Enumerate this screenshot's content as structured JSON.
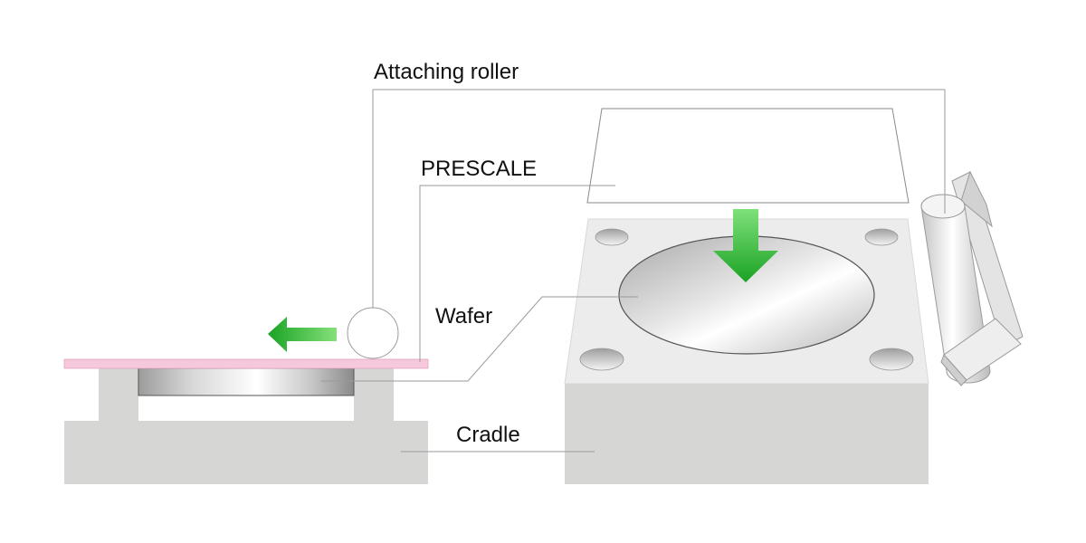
{
  "labels": {
    "attaching_roller": "Attaching roller",
    "prescale": "PRESCALE",
    "wafer": "Wafer",
    "cradle": "Cradle"
  },
  "colors": {
    "cradle_fill": "#d6d6d5",
    "cradle_top_face": "#ececec",
    "prescale_film": "#f6c8dc",
    "arrow_green": "#22b02a",
    "leader_line": "#9a9a9a"
  },
  "icons": {
    "motion_arrow_left": "arrow-left-icon",
    "press_arrow_down": "arrow-down-icon"
  }
}
